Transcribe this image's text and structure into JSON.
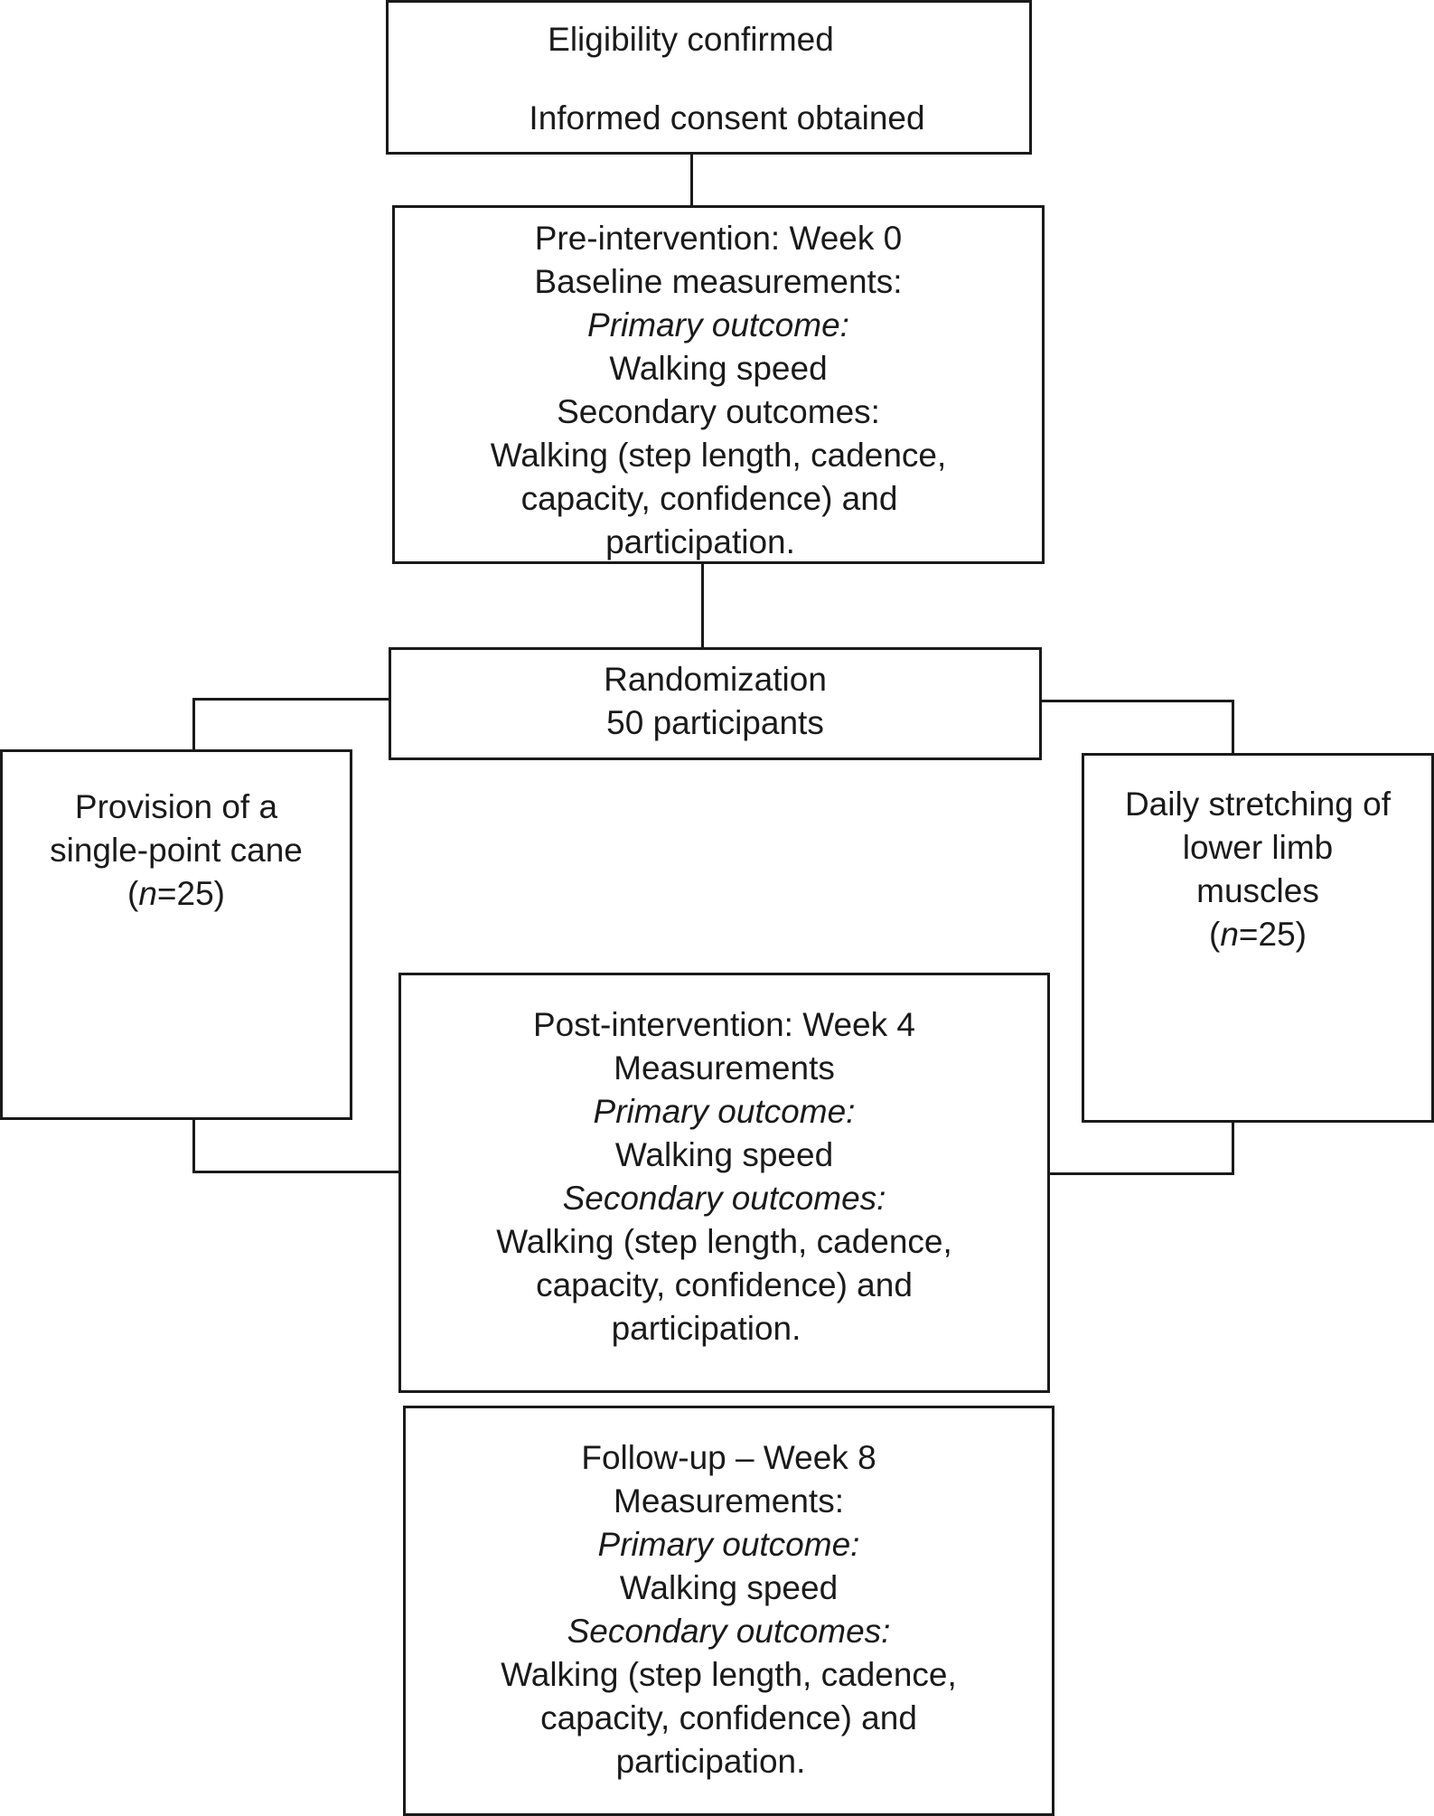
{
  "boxes": {
    "eligibility": {
      "line1": "Eligibility confirmed",
      "line2": "Informed consent obtained"
    },
    "pre": {
      "lines": [
        "Pre-intervention: Week 0",
        "Baseline measurements:",
        "Primary outcome:",
        "Walking speed",
        "Secondary outcomes:",
        "Walking (step length, cadence,",
        "capacity, confidence) and",
        "participation."
      ]
    },
    "randomization": {
      "lines": [
        "Randomization",
        "50 participants"
      ]
    },
    "cane": {
      "lines": [
        "Provision of a",
        "single-point cane"
      ],
      "n_var": "n",
      "n_rest": "=25)",
      "n_open": "("
    },
    "stretch": {
      "lines": [
        "Daily stretching of",
        "lower limb",
        "muscles"
      ],
      "n_var": "n",
      "n_rest": "=25)",
      "n_open": "("
    },
    "post": {
      "lines": [
        "Post-intervention: Week 4",
        "Measurements",
        "Primary outcome:",
        "Walking speed",
        "Secondary outcomes:",
        "Walking (step length, cadence,",
        "capacity, confidence) and",
        "participation."
      ]
    },
    "followup": {
      "lines": [
        "Follow-up – Week 8",
        "Measurements:",
        "Primary outcome:",
        "Walking speed",
        "Secondary outcomes:",
        "Walking (step length, cadence,",
        "capacity, confidence) and",
        "participation."
      ]
    }
  },
  "colors": {
    "stroke": "#1a1a1a",
    "background": "#ffffff"
  }
}
